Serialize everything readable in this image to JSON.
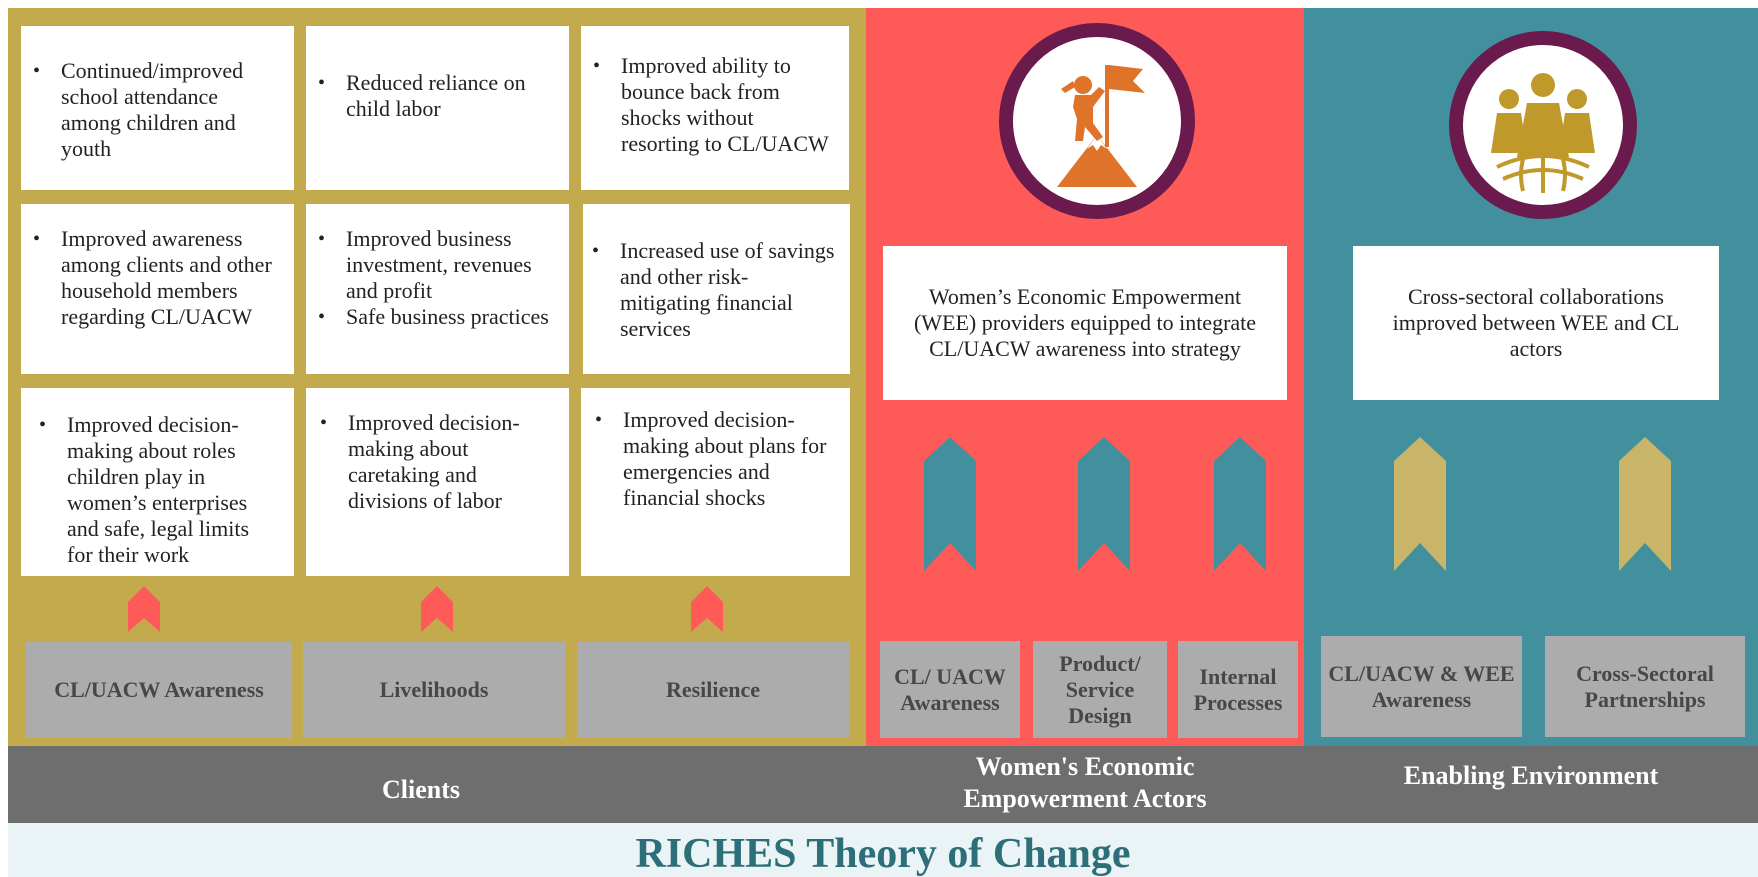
{
  "title": "RICHES Theory of Change",
  "colors": {
    "clients_panel": "#c3ab4d",
    "wee_panel": "#fd5a58",
    "env_panel": "#42909d",
    "category_box": "#acacac",
    "band": "#6e6e6e",
    "title_text": "#2d6f78",
    "icon_ring": "#6b1a4e",
    "icon_orange": "#e0732a",
    "icon_gold": "#bf9a2a",
    "small_arrow": "#fd5a58",
    "teal_arrow": "#42909d",
    "khaki_arrow": "#c8b56a"
  },
  "clients": {
    "band_label": "Clients",
    "outcomes": [
      [
        "Continued/improved school attendance among children and youth"
      ],
      [
        "Reduced reliance on child labor"
      ],
      [
        "Improved ability to bounce back from shocks without resorting to CL/UACW"
      ],
      [
        "Improved awareness among clients and other household members regarding CL/UACW"
      ],
      [
        "Improved business investment, revenues and profit",
        "Safe business practices"
      ],
      [
        "Increased use of savings and other risk-mitigating financial services"
      ],
      [
        "Improved decision-making about roles children play in women’s enterprises and safe, legal limits for their work"
      ],
      [
        "Improved decision-making about caretaking and divisions of labor"
      ],
      [
        "Improved decision-making about plans for emergencies and financial shocks"
      ]
    ],
    "categories": [
      "CL/UACW Awareness",
      "Livelihoods",
      "Resilience"
    ]
  },
  "wee_actors": {
    "band_label_line1": "Women's Economic",
    "band_label_line2": "Empowerment Actors",
    "icon": "person-with-flag-on-mountain-icon",
    "outcome": "Women’s Economic Empowerment (WEE) providers equipped to integrate CL/UACW awareness into strategy",
    "categories": [
      [
        "CL/ UACW",
        "Awareness"
      ],
      [
        "Product/",
        "Service",
        "Design"
      ],
      [
        "Internal",
        "Processes"
      ]
    ]
  },
  "enabling_env": {
    "band_label": "Enabling Environment",
    "icon": "group-of-women-globe-icon",
    "outcome": "Cross-sectoral collaborations improved between WEE and CL actors",
    "categories": [
      [
        "CL/UACW & WEE",
        "Awareness"
      ],
      [
        "Cross-Sectoral",
        "Partnerships"
      ]
    ]
  }
}
